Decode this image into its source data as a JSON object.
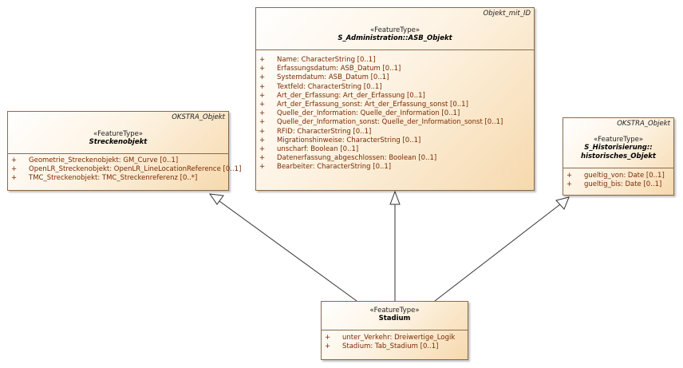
{
  "boxes": {
    "asb_objekt": {
      "parent": "Objekt_mit_ID",
      "stereotype": "«FeatureType»",
      "name": "S_Administration::ASB_Objekt",
      "attributes": [
        "Name: CharacterString [0..1]",
        "Erfassungsdatum: ASB_Datum [0..1]",
        "Systemdatum: ASB_Datum [0..1]",
        "Textfeld: CharacterString [0..1]",
        "Art_der_Erfassung: Art_der_Erfassung [0..1]",
        "Art_der_Erfassung_sonst: Art_der_Erfassung_sonst [0..1]",
        "Quelle_der_Information: Quelle_der_Information [0..1]",
        "Quelle_der_Information_sonst: Quelle_der_Information_sonst [0..1]",
        "RFID: CharacterString [0..1]",
        "Migrationshinweise: CharacterString [0..1]",
        "unscharf: Boolean [0..1]",
        "Datenerfassung_abgeschlossen: Boolean [0..1]",
        "Bearbeiter: CharacterString [0..1]"
      ]
    },
    "streckenobjekt": {
      "parent": "OKSTRA_Objekt",
      "stereotype": "«FeatureType»",
      "name": "Streckenobjekt",
      "attributes": [
        "Geometrie_Streckenobjekt: GM_Curve [0..1]",
        "OpenLR_Streckenobjekt: OpenLR_LineLocationReference [0..1]",
        "TMC_Streckenobjekt: TMC_Streckenreferenz [0..*]"
      ]
    },
    "historisches_objekt": {
      "parent": "OKSTRA_Objekt",
      "stereotype": "«FeatureType»",
      "name_line1": "S_Historisierung::",
      "name_line2": "historisches_Objekt",
      "attributes": [
        "gueltig_von: Date [0..1]",
        "gueltig_bis: Date [0..1]"
      ]
    },
    "stadium": {
      "stereotype": "«FeatureType»",
      "name": "Stadium",
      "attributes": [
        "unter_Verkehr: Dreiwertige_Logik",
        "Stadium: Tab_Stadium [0..1]"
      ]
    }
  },
  "visibility_marker": "+"
}
